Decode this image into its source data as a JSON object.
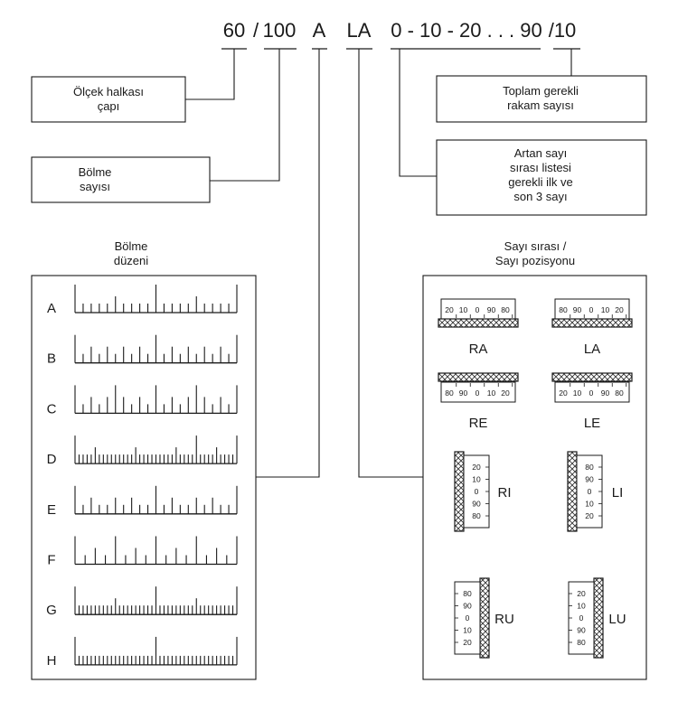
{
  "code": {
    "diameter": "60",
    "slash1": "/",
    "divisions": "100",
    "pattern": "A",
    "position": "LA",
    "sequence": "0 - 10 - 20 . . . 90",
    "digits": "/10"
  },
  "callouts": {
    "diameter": [
      "Ölçek halkası",
      "çapı"
    ],
    "divisions": [
      "Bölme",
      "sayısı"
    ],
    "digits": [
      "Toplam gerekli",
      "rakam sayısı"
    ],
    "sequence": [
      "Artan sayı",
      "sırası listesi",
      "gerekli ilk ve",
      "son 3 sayı"
    ]
  },
  "patterns_panel": {
    "title": [
      "Bölme",
      "düzeni"
    ],
    "rows": [
      {
        "label": "A",
        "ticks": [
          3,
          1,
          1,
          1,
          1,
          2,
          1,
          1,
          1,
          1,
          3,
          1,
          1,
          1,
          1,
          2,
          1,
          1,
          1,
          1,
          3
        ]
      },
      {
        "label": "B",
        "ticks": [
          3,
          1,
          2,
          1,
          2,
          1,
          2,
          1,
          2,
          1,
          3,
          1,
          2,
          1,
          2,
          1,
          2,
          1,
          2,
          1,
          3
        ]
      },
      {
        "label": "C",
        "ticks": [
          3,
          1,
          2,
          1,
          2,
          3,
          2,
          1,
          2,
          1,
          3,
          1,
          2,
          1,
          2,
          3,
          2,
          1,
          2,
          1,
          3
        ]
      },
      {
        "label": "D",
        "ticks": [
          3,
          1,
          1,
          1,
          1,
          2,
          1,
          1,
          1,
          1,
          1,
          1,
          1,
          1,
          1,
          2,
          1,
          1,
          1,
          1,
          1,
          1,
          1,
          1,
          1,
          2,
          1,
          1,
          1,
          1,
          3,
          1,
          1,
          1,
          1,
          2,
          1,
          1,
          1,
          1,
          3
        ]
      },
      {
        "label": "E",
        "ticks": [
          3,
          1,
          2,
          1,
          1,
          2,
          1,
          2,
          1,
          1,
          3,
          1,
          2,
          1,
          1,
          2,
          1,
          2,
          1,
          1,
          3
        ]
      },
      {
        "label": "F",
        "ticks": [
          3,
          1,
          2,
          1,
          3,
          1,
          2,
          1,
          3,
          1,
          2,
          1,
          3,
          1,
          2,
          1,
          3
        ]
      },
      {
        "label": "G",
        "ticks": [
          3,
          1,
          1,
          1,
          1,
          1,
          1,
          1,
          1,
          1,
          2,
          1,
          1,
          1,
          1,
          1,
          1,
          1,
          1,
          1,
          3,
          1,
          1,
          1,
          1,
          1,
          1,
          1,
          1,
          1,
          2,
          1,
          1,
          1,
          1,
          1,
          1,
          1,
          1,
          1,
          3
        ]
      },
      {
        "label": "H",
        "ticks": [
          3,
          1,
          1,
          1,
          1,
          1,
          1,
          1,
          1,
          1,
          1,
          1,
          1,
          1,
          1,
          1,
          1,
          1,
          1,
          1,
          3,
          1,
          1,
          1,
          1,
          1,
          1,
          1,
          1,
          1,
          1,
          1,
          1,
          1,
          1,
          1,
          1,
          1,
          1,
          1,
          3
        ]
      }
    ]
  },
  "positions_panel": {
    "title": [
      "Sayı sırası /",
      "Sayı pozisyonu"
    ],
    "items": [
      {
        "code": "RA",
        "numbers": [
          "20",
          "10",
          "0",
          "90",
          "80"
        ]
      },
      {
        "code": "LA",
        "numbers": [
          "80",
          "90",
          "0",
          "10",
          "20"
        ]
      },
      {
        "code": "RE",
        "numbers": [
          "80",
          "90",
          "0",
          "10",
          "20"
        ]
      },
      {
        "code": "LE",
        "numbers": [
          "20",
          "10",
          "0",
          "90",
          "80"
        ]
      },
      {
        "code": "RI",
        "numbers": [
          "20",
          "10",
          "0",
          "90",
          "80"
        ]
      },
      {
        "code": "LI",
        "numbers": [
          "80",
          "90",
          "0",
          "10",
          "20"
        ]
      },
      {
        "code": "RU",
        "numbers": [
          "80",
          "90",
          "0",
          "10",
          "20"
        ]
      },
      {
        "code": "LU",
        "numbers": [
          "20",
          "10",
          "0",
          "90",
          "80"
        ]
      }
    ]
  }
}
